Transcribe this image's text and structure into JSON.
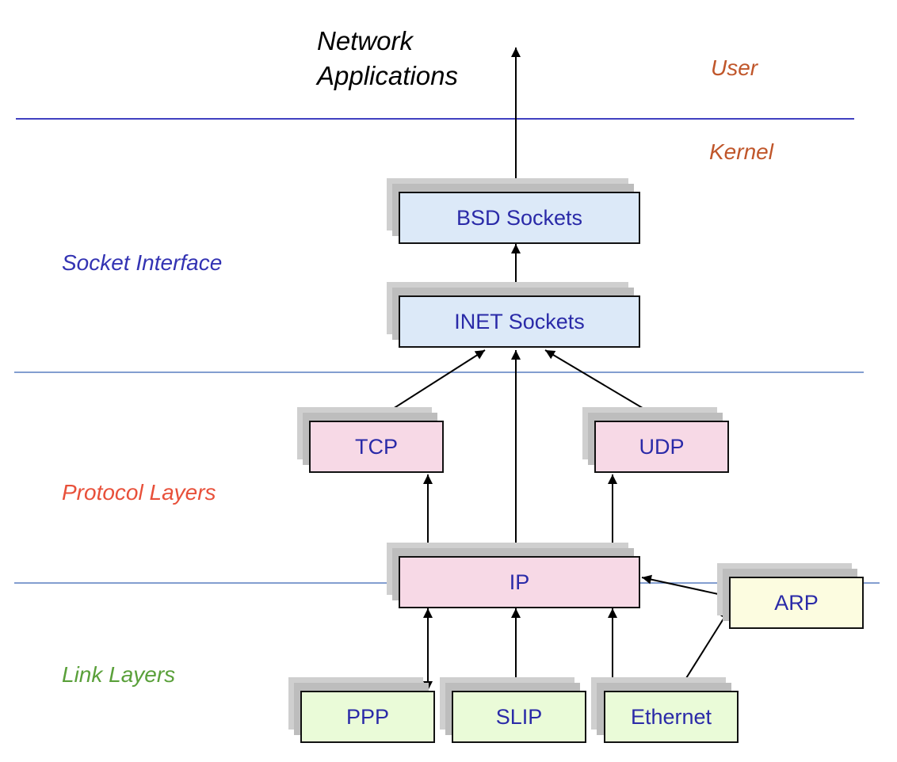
{
  "title": {
    "line1": "Network",
    "line2": "Applications"
  },
  "regions": {
    "user": "User",
    "kernel": "Kernel",
    "socket_interface": "Socket Interface",
    "protocol_layers": "Protocol Layers",
    "link_layers": "Link Layers"
  },
  "boxes": {
    "bsd": "BSD Sockets",
    "inet": "INET Sockets",
    "tcp": "TCP",
    "udp": "UDP",
    "ip": "IP",
    "arp": "ARP",
    "ppp": "PPP",
    "slip": "SLIP",
    "ethernet": "Ethernet"
  },
  "colors": {
    "user_label": "#c0562a",
    "kernel_label": "#c0562a",
    "socket_interface_label": "#3333b3",
    "protocol_layers_label": "#e8503a",
    "link_layers_label": "#5aa03a",
    "user_kernel_divider": "#4040c0",
    "layer_divider": "#5a7fc0",
    "box_text": "#2a2aa8"
  }
}
